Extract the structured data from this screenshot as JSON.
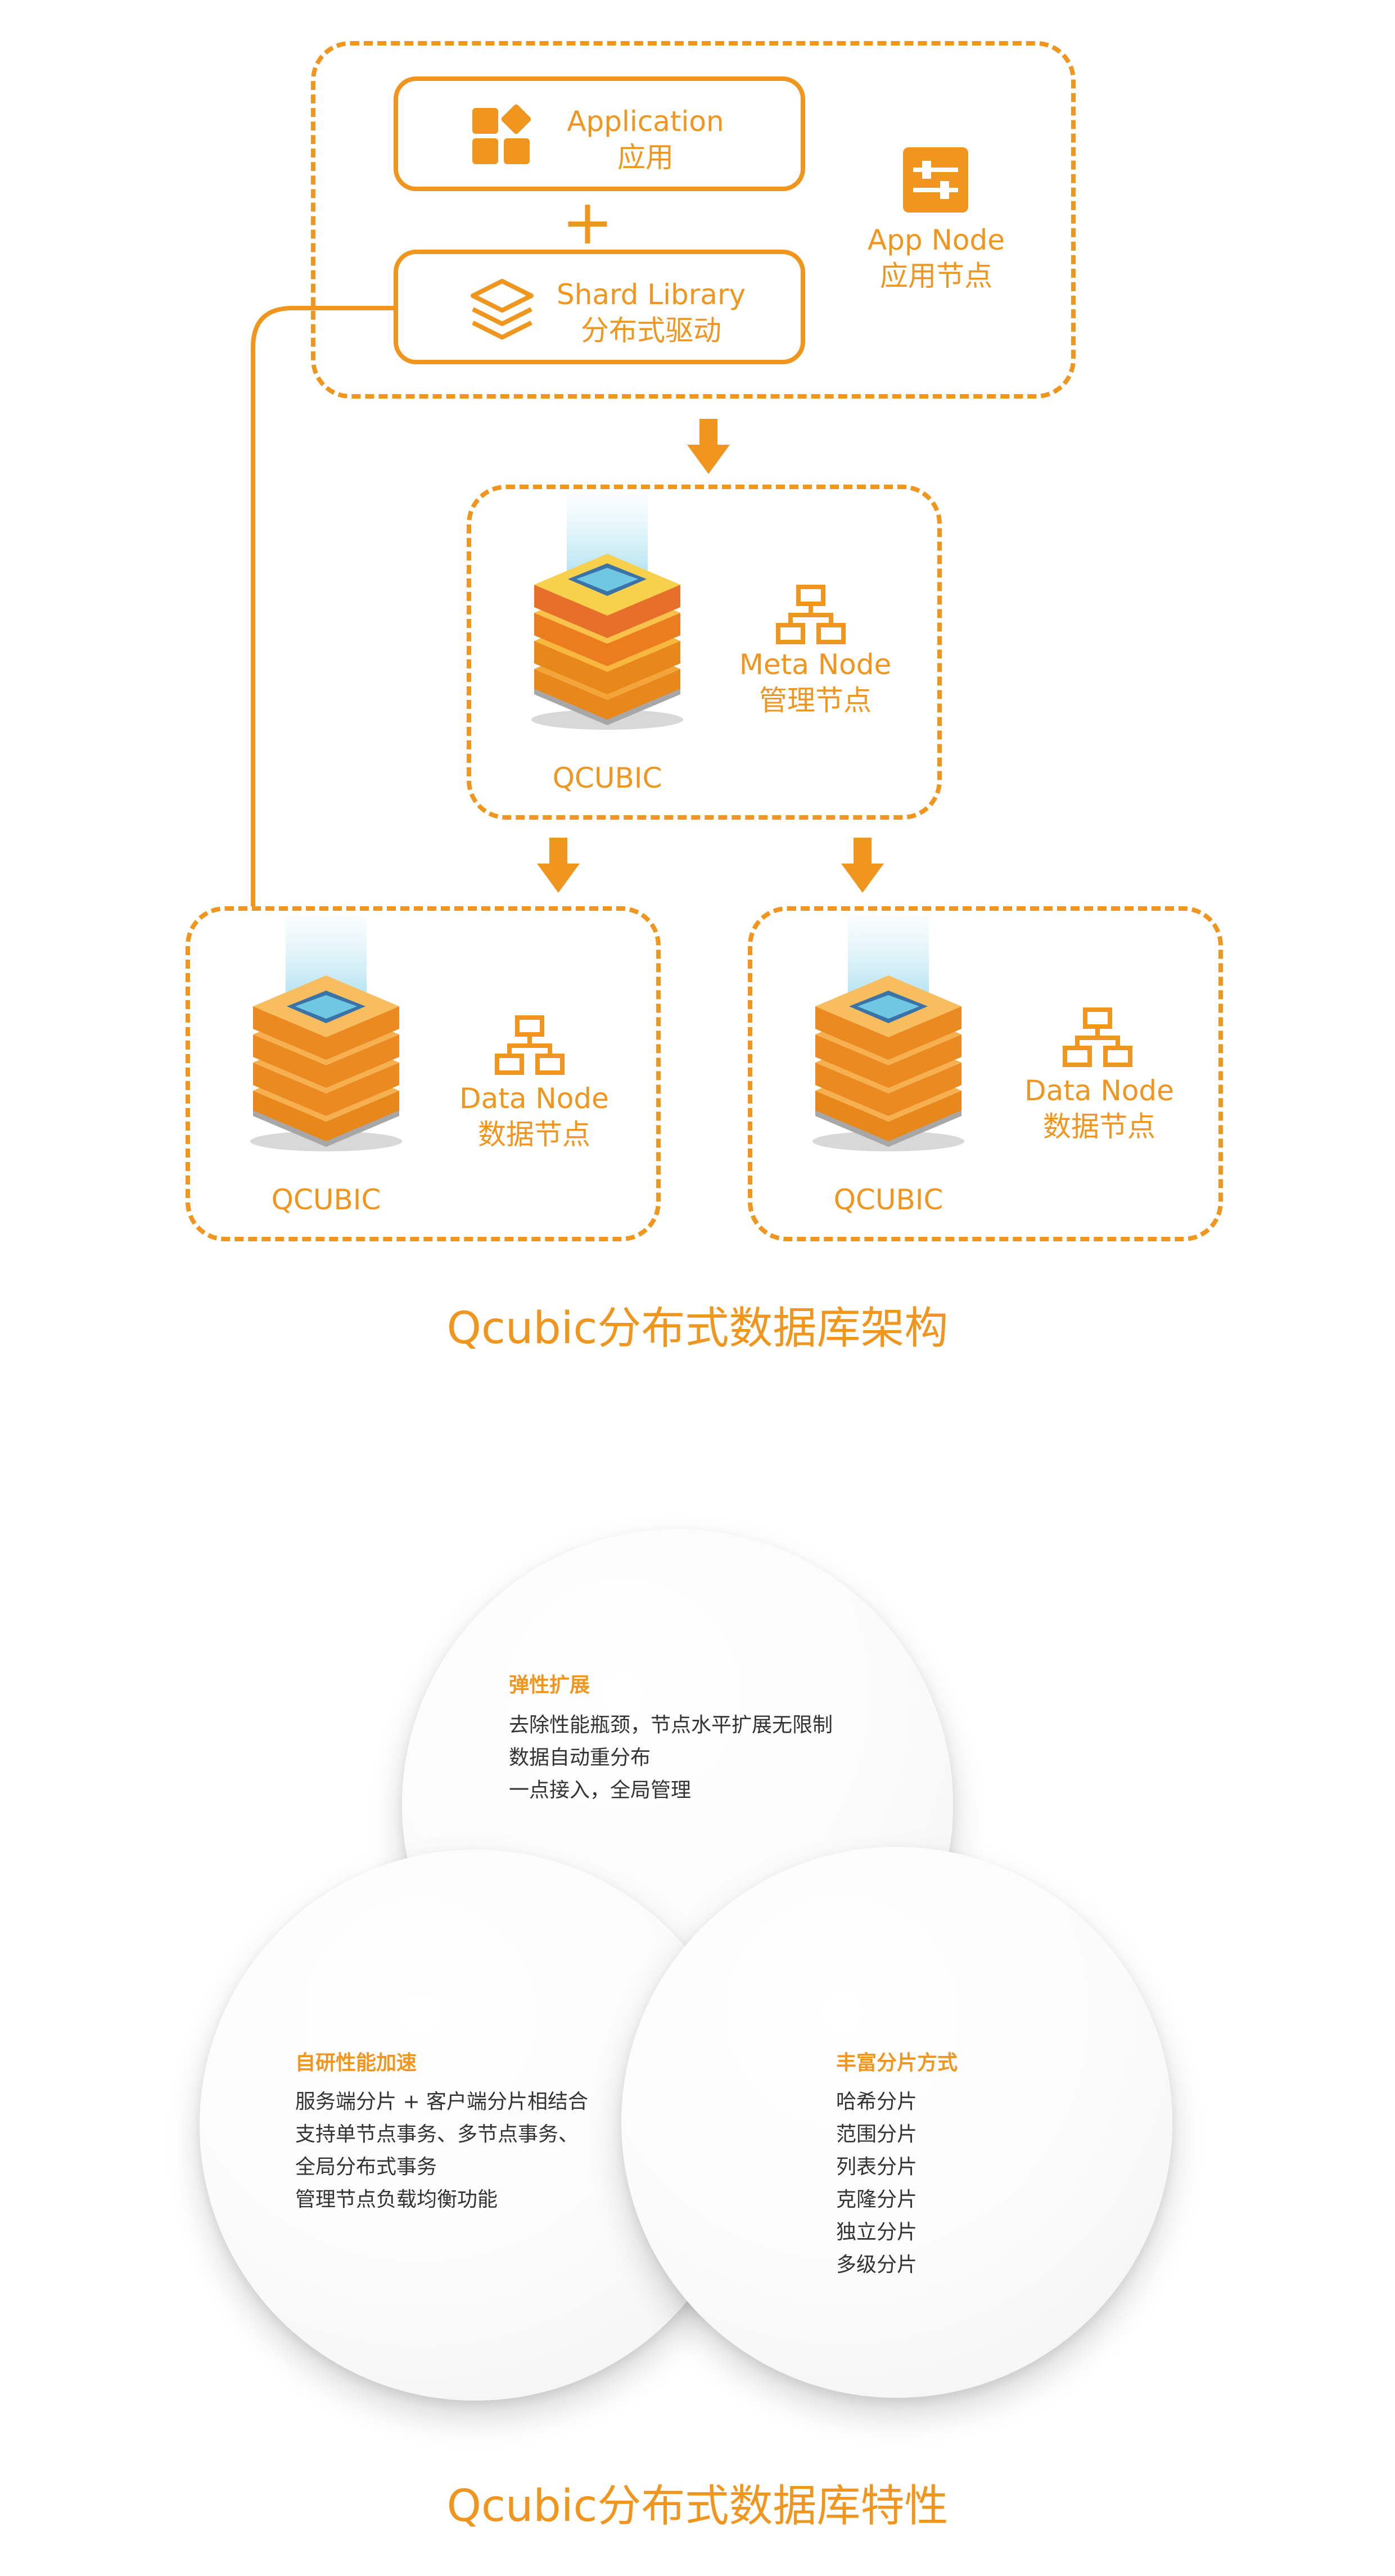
{
  "architecture": {
    "app_node": {
      "application": {
        "en": "Application",
        "zh": "应用"
      },
      "plus": "+",
      "shard_library": {
        "en": "Shard Library",
        "zh": "分布式驱动"
      },
      "label": {
        "en": "App Node",
        "zh": "应用节点"
      },
      "icons": [
        "app-grid-icon",
        "layers-icon",
        "sliders-icon"
      ]
    },
    "meta_node": {
      "server": "QCUBIC",
      "label": {
        "en": "Meta Node",
        "zh": "管理节点"
      },
      "icon": "network-tree-icon"
    },
    "data_node_left": {
      "server": "QCUBIC",
      "label": {
        "en": "Data Node",
        "zh": "数据节点"
      },
      "icon": "network-tree-icon"
    },
    "data_node_right": {
      "server": "QCUBIC",
      "label": {
        "en": "Data Node",
        "zh": "数据节点"
      },
      "icon": "network-tree-icon"
    },
    "caption": "Qcubic分布式数据库架构",
    "colors": {
      "accent": "#f0961e"
    }
  },
  "features": {
    "elastic": {
      "title": "弹性扩展",
      "items": [
        "去除性能瓶颈，节点水平扩展无限制",
        "数据自动重分布",
        "一点接入，全局管理"
      ]
    },
    "performance": {
      "title": "自研性能加速",
      "items": [
        "服务端分片 + 客户端分片相结合",
        "支持单节点事务、多节点事务、",
        "全局分布式事务",
        "管理节点负载均衡功能"
      ]
    },
    "sharding": {
      "title": "丰富分片方式",
      "items": [
        "哈希分片",
        "范围分片",
        "列表分片",
        "克隆分片",
        "独立分片",
        "多级分片"
      ]
    },
    "caption": "Qcubic分布式数据库特性"
  }
}
